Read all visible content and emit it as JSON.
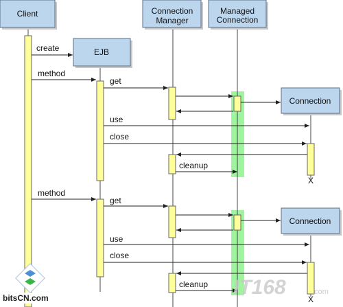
{
  "participants": {
    "client": "Client",
    "connection_manager": [
      "Connection",
      "Manager"
    ],
    "managed_connection": [
      "Managed",
      "Connection"
    ],
    "ejb": "EJB",
    "connection_1": "Connection",
    "connection_2": "Connection"
  },
  "messages": {
    "create": "create",
    "method_1": "method",
    "get_1": "get",
    "use_1": "use",
    "close_1": "close",
    "cleanup_1": "cleanup",
    "method_2": "method",
    "get_2": "get",
    "use_2": "use",
    "close_2": "close",
    "cleanup_2": "cleanup"
  },
  "destroy_marks": {
    "first": "X",
    "second": "X"
  },
  "watermarks": {
    "site_logo": "bitsCN.com",
    "it168": "IT168",
    "it168_url": ".com"
  },
  "colors": {
    "participant_fill": "#bcd6ee",
    "activation_fill": "#ffff99",
    "managed_highlight": "#9ef59e"
  }
}
